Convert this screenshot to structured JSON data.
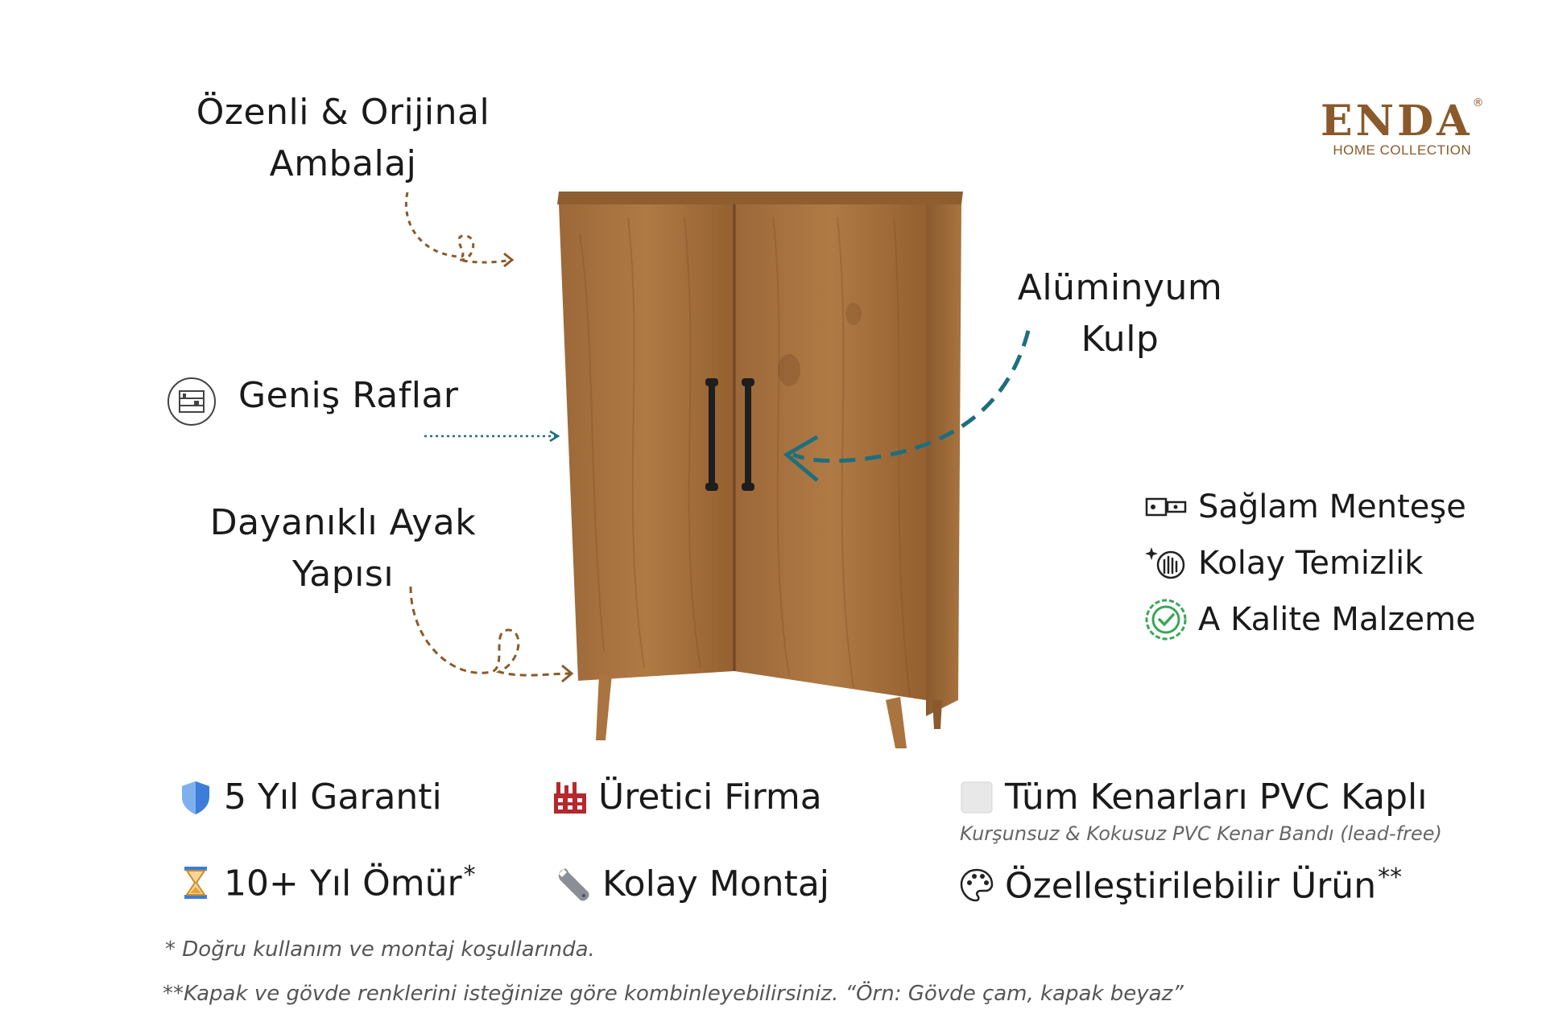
{
  "brand": {
    "name": "ENDA",
    "registered": "®",
    "tagline": "HOME COLLECTION",
    "color": "#8a5a2b"
  },
  "callouts": {
    "packaging": {
      "line1": "Özenli & Orijinal",
      "line2": "Ambalaj"
    },
    "shelves": {
      "label": "Geniş Raflar"
    },
    "legs": {
      "line1": "Dayanıklı Ayak",
      "line2": "Yapısı"
    },
    "handle": {
      "line1": "Alüminyum",
      "line2": "Kulp"
    }
  },
  "features": [
    {
      "label": "Sağlam Menteşe",
      "icon": "hinge-icon"
    },
    {
      "label": "Kolay Temizlik",
      "icon": "cleaning-hand-icon"
    },
    {
      "label": "A Kalite Malzeme",
      "icon": "quality-badge-icon"
    }
  ],
  "bottom": {
    "warranty": {
      "label": "5 Yıl Garanti",
      "icon": "shield-icon"
    },
    "lifetime": {
      "label": "10+ Yıl Ömür",
      "mark": "*",
      "icon": "hourglass-icon"
    },
    "manufacturer": {
      "label": "Üretici Firma",
      "icon": "factory-icon"
    },
    "assembly": {
      "label": "Kolay Montaj",
      "icon": "wrench-icon"
    },
    "pvc": {
      "label": "Tüm Kenarları PVC Kaplı",
      "sublabel": "Kurşunsuz & Kokusuz PVC Kenar Bandı (lead-free)",
      "icon": "square-icon"
    },
    "custom": {
      "label": "Özelleştirilebilir Ürün",
      "mark": "**",
      "icon": "palette-icon"
    }
  },
  "notes": {
    "note1": "* Doğru kullanım ve montaj koşullarında.",
    "note2": "**Kapak ve gövde renklerini isteğinize göre kombinleyebilirsiniz. “Örn: Gövde çam, kapak beyaz”"
  },
  "colors": {
    "wood": "#a06c3c",
    "arrow_brown": "#8a5a2b",
    "arrow_teal": "#1d6f7d",
    "quality_green": "#3aa657",
    "shield_blue": "#3b7dd8",
    "factory_red": "#b5282d"
  }
}
